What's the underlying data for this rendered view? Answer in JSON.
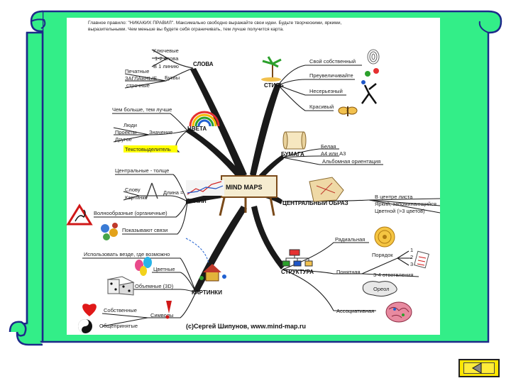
{
  "intro": {
    "line1": "Главное правило: \"НИКАКИХ ПРАВИЛ\". Максимально свободно выражайте свои идеи. Будьте творческими, яркими,",
    "line2": "выразительными. Чем меньше вы будете себя ограничивать, тем лучше получится карта."
  },
  "center": {
    "label": "MIND MAPS"
  },
  "branches": {
    "slova": {
      "label": "СЛОВА",
      "keywords": "Ключевые",
      "words12": "1-2 слова",
      "oneline": "В 1 линию",
      "printed": "Печатные",
      "capitals": "ЗАГЛАВНЫЕ",
      "lowercase": "строчные",
      "letters": "Буквы"
    },
    "cveta": {
      "label": "ЦВЕТА",
      "more": "Чем больше, тем лучше",
      "people": "Люди",
      "projects": "Проекты",
      "other": "Другое",
      "meaning": "Значение",
      "highlighter": "Текстовыделитель"
    },
    "linii": {
      "label": "ЛИНИИ",
      "central_thicker": "Центральные - толще",
      "word": "Слову",
      "picture": "Картинке",
      "length": "Длина =",
      "wavy": "Волнообразные (органичные)",
      "links": "Показывают связи"
    },
    "kartinki": {
      "label": "КАРТИНКИ",
      "use_everywhere": "Использовать везде, где возможно",
      "colored": "Цветные",
      "volume": "Объемные (3D)",
      "own": "Собственные",
      "common": "Общепринятые",
      "symbols": "Символы"
    },
    "stil": {
      "label": "СТИЛЬ",
      "own_style": "Свой собственный",
      "exaggerate": "Преувеличивайте",
      "absurd": "Несерьезный",
      "beautiful": "Красивый"
    },
    "bumaga": {
      "label": "БУМАГА",
      "white": "Белая",
      "size": "А4 или А3",
      "landscape": "Альбомная ориентация"
    },
    "obraz": {
      "label": "ЦЕНТРАЛЬНЫЙ ОБРАЗ",
      "center": "В центре листа",
      "bright": "Яркий, запоминающийся",
      "colored": "Цветной (>3 цветов)"
    },
    "struktura": {
      "label": "СТРУКТУРА",
      "radial": "Радиальная",
      "order": "Порядок",
      "understandable": "Понятная",
      "branches34": "3-4 ответвления",
      "associative": "Ассоциативная",
      "n1": "1",
      "n2": "2",
      "n3": "3",
      "cloud": "Ореол"
    }
  },
  "copyright": "(c)Сергей Шипунов, www.mind-map.ru",
  "colors": {
    "scroll_green": "#33ee88",
    "outline": "#1d2a8a",
    "branch": "#1a1a1a",
    "highlight": "#ffff00",
    "button": "#ffe600"
  },
  "icons": [
    "palm-tree-icon",
    "rainbow-icon",
    "scroll-icon",
    "treasure-map-icon",
    "fingerprint-icon",
    "juggler-icon",
    "butterfly-icon",
    "dice-icon",
    "heart-icon",
    "yin-yang-icon",
    "exclamation-icon",
    "balloons-icon",
    "house-icon",
    "brain-icon",
    "hierarchy-icon",
    "clock-wheel-icon",
    "notepad-icon",
    "road-sign-icon",
    "people-network-icon",
    "chart-icon",
    "easel-icon",
    "back-arrow-icon"
  ]
}
